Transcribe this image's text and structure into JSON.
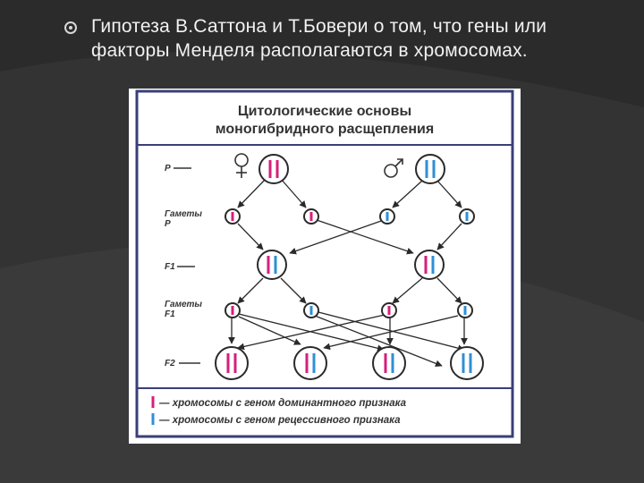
{
  "slide": {
    "bullet_text": "Гипотеза В.Саттона и Т.Бовери о том, что гены или факторы Менделя располагаются в хромосомах.",
    "bullet_icon": "circle-bullet-icon"
  },
  "diagram": {
    "title_line1": "Цитологические основы",
    "title_line2": "моногибридного расщепления",
    "row_labels": {
      "p": "P",
      "gametes_p_1": "Гаметы",
      "gametes_p_2": "P",
      "f1": "F1",
      "gametes_f1_1": "Гаметы",
      "gametes_f1_2": "F1",
      "f2": "F2"
    },
    "female_symbol": "♀",
    "male_symbol": "♂",
    "legend": {
      "dominant": "— хромосомы с геном доминантного признака",
      "recessive": "— хромосомы с геном рецессивного признака"
    },
    "colors": {
      "dominant": "#d61f7a",
      "recessive": "#2f8fd6",
      "frame": "#3a3f78",
      "line": "#2a2a2a"
    }
  }
}
